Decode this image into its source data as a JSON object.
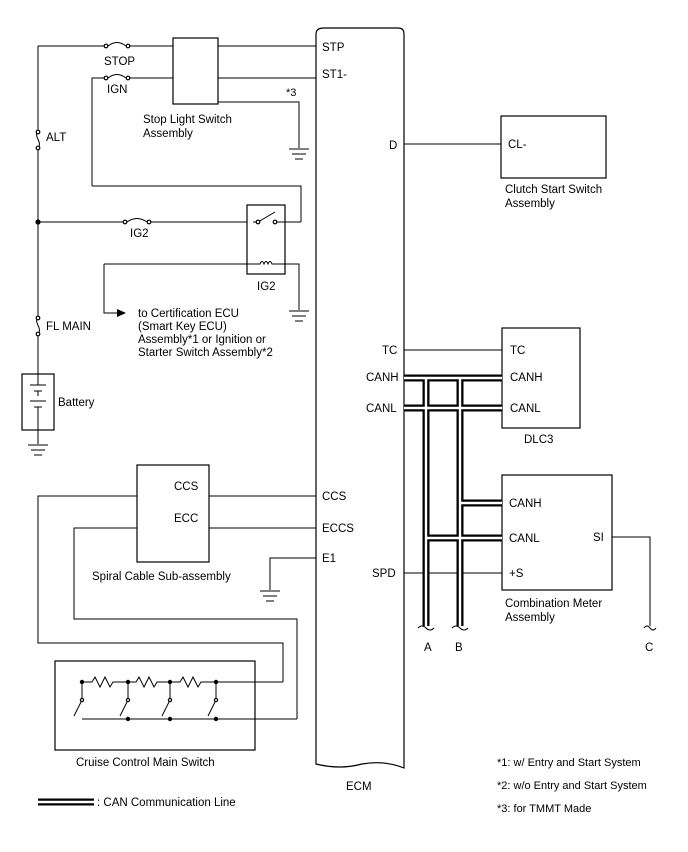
{
  "fuses": {
    "stop": "STOP",
    "ign": "IGN",
    "alt": "ALT",
    "ig2": "IG2",
    "fl_main": "FL MAIN"
  },
  "components": {
    "stop_light_switch": [
      "Stop Light Switch",
      "Assembly"
    ],
    "ig2_relay": "IG2",
    "certification_ecu": [
      "to Certification ECU",
      "(Smart Key ECU)",
      "Assembly*1 or Ignition or",
      "Starter Switch Assembly*2"
    ],
    "battery": "Battery",
    "spiral_cable": "Spiral Cable Sub-assembly",
    "cruise_switch": "Cruise Control Main Switch",
    "ecm": "ECM",
    "clutch_switch": [
      "Clutch Start Switch",
      "Assembly"
    ],
    "dlc3": "DLC3",
    "combination_meter": [
      "Combination Meter",
      "Assembly"
    ]
  },
  "ecm_pins": {
    "stp": "STP",
    "st1": "ST1-",
    "d": "D",
    "tc": "TC",
    "canh": "CANH",
    "canl": "CANL",
    "ccs": "CCS",
    "eccs": "ECCS",
    "e1": "E1",
    "spd": "SPD"
  },
  "component_pins": {
    "cl": "CL-",
    "dlc_tc": "TC",
    "dlc_canh": "CANH",
    "dlc_canl": "CANL",
    "meter_canh": "CANH",
    "meter_canl": "CANL",
    "meter_s": "+S",
    "meter_si": "SI",
    "spiral_ccs": "CCS",
    "spiral_ecc": "ECC"
  },
  "continuation_labels": {
    "a": "A",
    "b": "B",
    "c": "C"
  },
  "footnote_marker": "*3",
  "notes": [
    "*1: w/ Entry and Start System",
    "*2: w/o Entry and Start System",
    "*3: for TMMT Made"
  ],
  "legend": ": CAN Communication Line"
}
